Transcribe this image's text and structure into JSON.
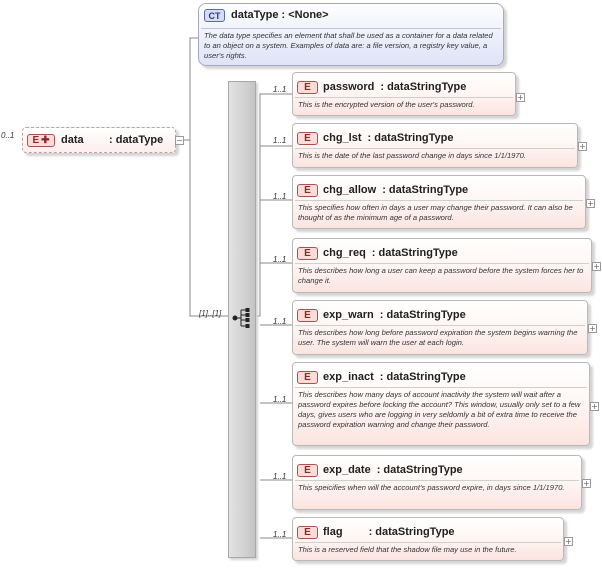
{
  "complex_type": {
    "badge": "CT",
    "title": "dataType : <None>",
    "description": "The data type specifies an element that shall be used as a container for a data related to an object on a system. Examples of data are: a file version, a registry key value, a user's rights."
  },
  "root": {
    "multiplicity": "0..1",
    "badge": "E",
    "name": "data",
    "type": ": dataType"
  },
  "sequence": {
    "multiplicity": "[1]..[1]"
  },
  "elements": [
    {
      "mult": "1..1",
      "badge": "E",
      "name": "password",
      "type": ": dataStringType",
      "desc": "This is the encrypted version of the user's password."
    },
    {
      "mult": "1..1",
      "badge": "E",
      "name": "chg_lst",
      "type": ": dataStringType",
      "desc": "This is the date of the last password change in days since 1/1/1970."
    },
    {
      "mult": "1..1",
      "badge": "E",
      "name": "chg_allow",
      "type": ": dataStringType",
      "desc": "This specifies how often in days a user may change their password.  It can also be thought of as the minimum age of a password."
    },
    {
      "mult": "1..1",
      "badge": "E",
      "name": "chg_req",
      "type": ": dataStringType",
      "desc": "This describes how long a user can keep a password before the system forces her to change it."
    },
    {
      "mult": "1..1",
      "badge": "E",
      "name": "exp_warn",
      "type": ": dataStringType",
      "desc": "This describes how long before password expiration the system begins warning the user.  The system will warn the user at each login."
    },
    {
      "mult": "1..1",
      "badge": "E",
      "name": "exp_inact",
      "type": ": dataStringType",
      "desc": "This describes how many days of account inactivity the system will wait after a password expires before locking the account? This window, usually only set to a few days, gives users who are logging in very seldomly a bit of extra time to receive the password expiration warning and change their password."
    },
    {
      "mult": "1..1",
      "badge": "E",
      "name": "exp_date",
      "type": ": dataStringType",
      "desc": "This speicifies when will the account's password expire, in days since 1/1/1970."
    },
    {
      "mult": "1..1",
      "badge": "E",
      "name": "flag",
      "type": ": dataStringType",
      "desc": "This is a reserved field that the shadow file may use in the future."
    }
  ]
}
